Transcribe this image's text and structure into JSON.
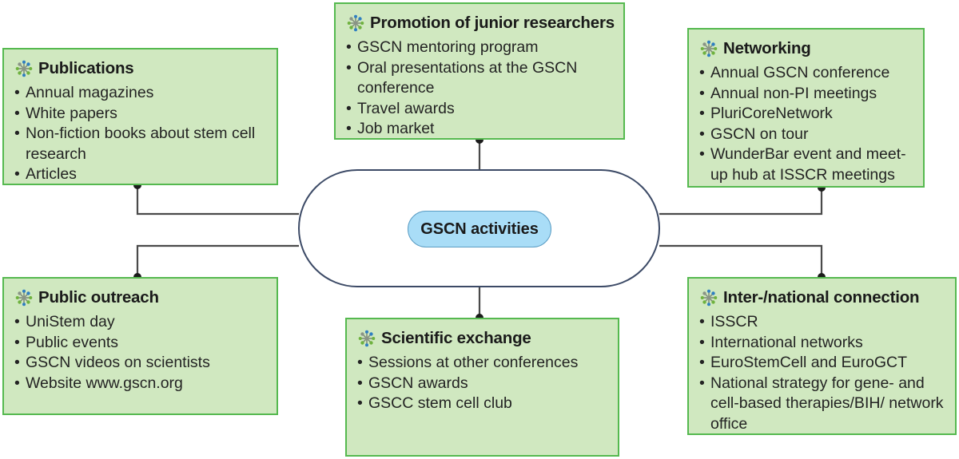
{
  "diagram": {
    "center": {
      "label": "GSCN activities",
      "shape": "stadium",
      "pill_fill": "#a9ddf7",
      "pill_stroke": "#5b9dc4",
      "outer_stroke": "#3c4a66"
    },
    "style": {
      "card_fill": "#d0e8c0",
      "card_stroke": "#55b94f",
      "connector_color": "#4a4a4a",
      "node_dot_color": "#1c1c1c",
      "icon_name": "molecule-network-icon"
    },
    "cards": [
      {
        "id": "publications",
        "title": "Publications",
        "icon": "molecule-network-icon",
        "items": [
          "Annual magazines",
          "White papers",
          "Non-fiction books about stem cell research",
          "Articles"
        ]
      },
      {
        "id": "promotion-of-junior-researchers",
        "title": "Promotion of junior researchers",
        "icon": "molecule-network-icon",
        "items": [
          "GSCN mentoring program",
          "Oral presentations at the GSCN conference",
          "Travel awards",
          "Job market"
        ]
      },
      {
        "id": "networking",
        "title": "Networking",
        "icon": "molecule-network-icon",
        "items": [
          "Annual GSCN conference",
          "Annual non-PI meetings",
          "PluriCoreNetwork",
          "GSCN on tour",
          "WunderBar event and meet-up hub at ISSCR meetings"
        ]
      },
      {
        "id": "public-outreach",
        "title": "Public outreach",
        "icon": "molecule-network-icon",
        "items": [
          "UniStem day",
          "Public events",
          "GSCN videos on scientists",
          "Website www.gscn.org"
        ]
      },
      {
        "id": "scientific-exchange",
        "title": "Scientific exchange",
        "icon": "molecule-network-icon",
        "items": [
          "Sessions at other conferences",
          "GSCN awards",
          "GSCC stem cell club"
        ]
      },
      {
        "id": "inter-national-connection",
        "title": "Inter-/national connection",
        "icon": "molecule-network-icon",
        "items": [
          "ISSCR",
          "International networks",
          "EuroStemCell and EuroGCT",
          "National strategy for gene- and cell-based therapies/BIH/ network office"
        ]
      }
    ]
  }
}
